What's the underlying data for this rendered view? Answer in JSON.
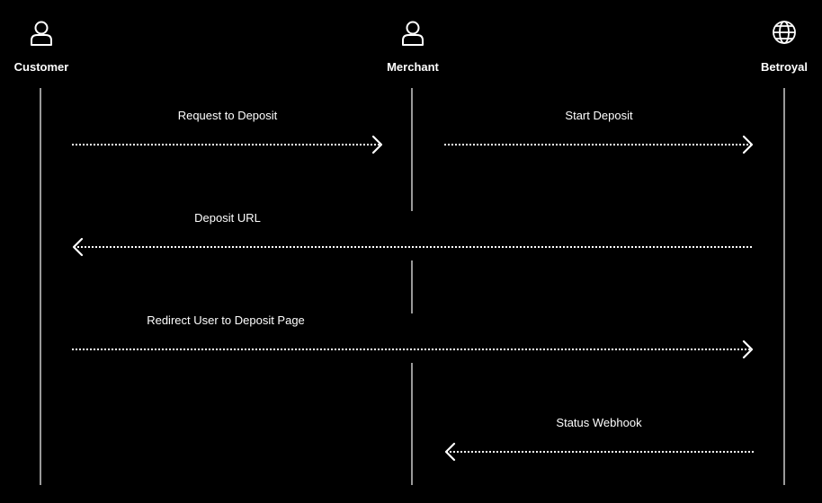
{
  "colors": {
    "background": "#000000",
    "foreground": "#ffffff"
  },
  "actors": [
    {
      "id": "customer",
      "label": "Customer",
      "icon": "user-icon"
    },
    {
      "id": "merchant",
      "label": "Merchant",
      "icon": "user-icon"
    },
    {
      "id": "betroyal",
      "label": "Betroyal",
      "icon": "globe-icon"
    }
  ],
  "messages": [
    {
      "id": "request-deposit",
      "label": "Request to Deposit",
      "from": "customer",
      "to": "merchant",
      "style": "dotted",
      "direction": "right"
    },
    {
      "id": "start-deposit",
      "label": "Start Deposit",
      "from": "merchant",
      "to": "betroyal",
      "style": "dotted",
      "direction": "right"
    },
    {
      "id": "deposit-url",
      "label": "Deposit URL",
      "from": "betroyal",
      "to": "customer",
      "style": "dotted",
      "direction": "left"
    },
    {
      "id": "redirect-user",
      "label": "Redirect User to Deposit Page",
      "from": "customer",
      "to": "betroyal",
      "style": "dotted",
      "direction": "right"
    },
    {
      "id": "status-webhook",
      "label": "Status Webhook",
      "from": "betroyal",
      "to": "merchant",
      "style": "dotted",
      "direction": "left"
    }
  ]
}
